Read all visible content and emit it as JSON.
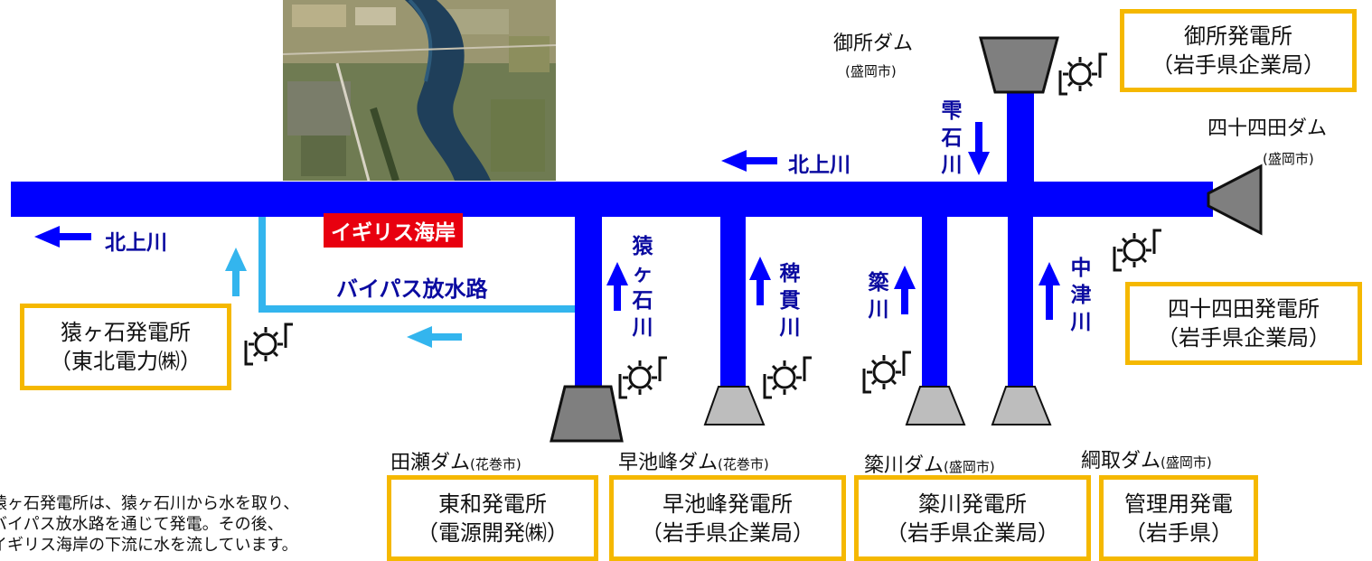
{
  "colors": {
    "river": "#0000ff",
    "bypass": "#33b5ee",
    "label_blue": "#0a0aa0",
    "box_border": "#f5b800",
    "highlight": "#e8000f"
  },
  "labels": {
    "kitakami_top": "北上川",
    "kitakami_left": "北上川",
    "igirisu": "イギリス海岸",
    "bypass": "バイパス放水路",
    "shizukuishi": "雫石川",
    "sarugaishi": "猿ヶ石川",
    "hienuki": "稗貫川",
    "yana": "簗川",
    "nakatsu": "中津川"
  },
  "dams": {
    "gosho": {
      "name": "御所ダム",
      "city": "(盛岡市)"
    },
    "yososhida": {
      "name": "四十四田ダム",
      "city": "(盛岡市)"
    },
    "tase": {
      "name": "田瀬ダム",
      "city": "(花巻市)"
    },
    "hayachine": {
      "name": "早池峰ダム",
      "city": "(花巻市)"
    },
    "yana": {
      "name": "簗川ダム",
      "city": "(盛岡市)"
    },
    "tsunatori": {
      "name": "綱取ダム",
      "city": "(盛岡市)"
    }
  },
  "plants": {
    "gosho": {
      "line1": "御所発電所",
      "line2": "（岩手県企業局）"
    },
    "yososhida": {
      "line1": "四十四田発電所",
      "line2": "（岩手県企業局）"
    },
    "sarugaishi": {
      "line1": "猿ヶ石発電所",
      "line2": "（東北電力㈱）"
    },
    "towa": {
      "line1": "東和発電所",
      "line2": "（電源開発㈱）"
    },
    "hayachine": {
      "line1": "早池峰発電所",
      "line2": "（岩手県企業局）"
    },
    "yana": {
      "line1": "簗川発電所",
      "line2": "（岩手県企業局）"
    },
    "kanri": {
      "line1": "管理用発電",
      "line2": "（岩手県）"
    }
  },
  "note": "猿ヶ石発電所は、猿ヶ石川から水を取り、\nバイパス放水路を通じて発電。その後、\nイギリス海岸の下流に水を流しています。",
  "icons": [
    "aerial-photo",
    "generator-icon",
    "arrow-icon"
  ]
}
